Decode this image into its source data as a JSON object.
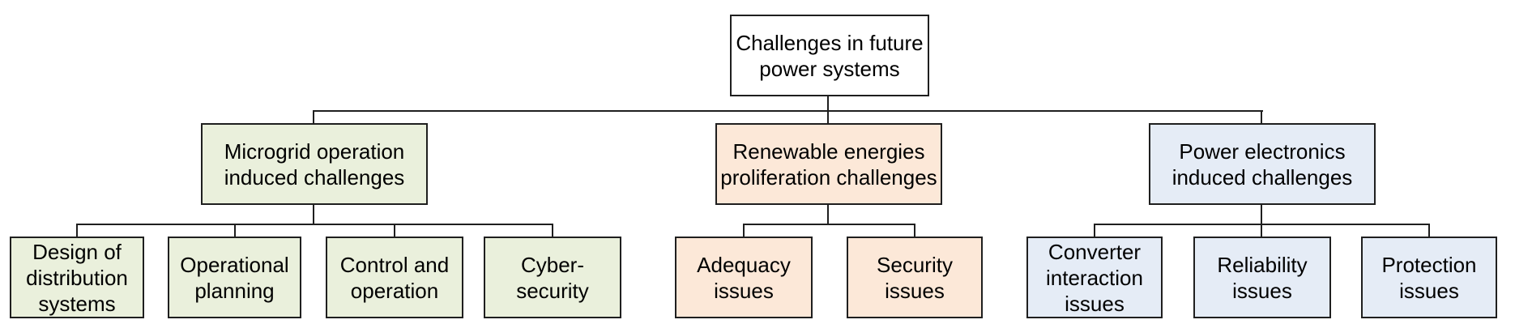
{
  "diagram": {
    "colors": {
      "root_bg": "#ffffff",
      "green": "#eaf0dc",
      "peach": "#fce8d8",
      "blue": "#e5ecf6",
      "line": "#1f1f1f",
      "text": "#000000"
    },
    "root": {
      "label": "Challenges in future\npower systems"
    },
    "branches": [
      {
        "label": "Microgrid operation\ninduced challenges",
        "children": [
          "Design of\ndistribution\nsystems",
          "Operational\nplanning",
          "Control and\noperation",
          "Cyber-\nsecurity"
        ]
      },
      {
        "label": "Renewable energies\nproliferation challenges",
        "children": [
          "Adequacy\nissues",
          "Security\nissues"
        ]
      },
      {
        "label": "Power electronics\ninduced challenges",
        "children": [
          "Converter\ninteraction\nissues",
          "Reliability\nissues",
          "Protection\nissues"
        ]
      }
    ]
  }
}
